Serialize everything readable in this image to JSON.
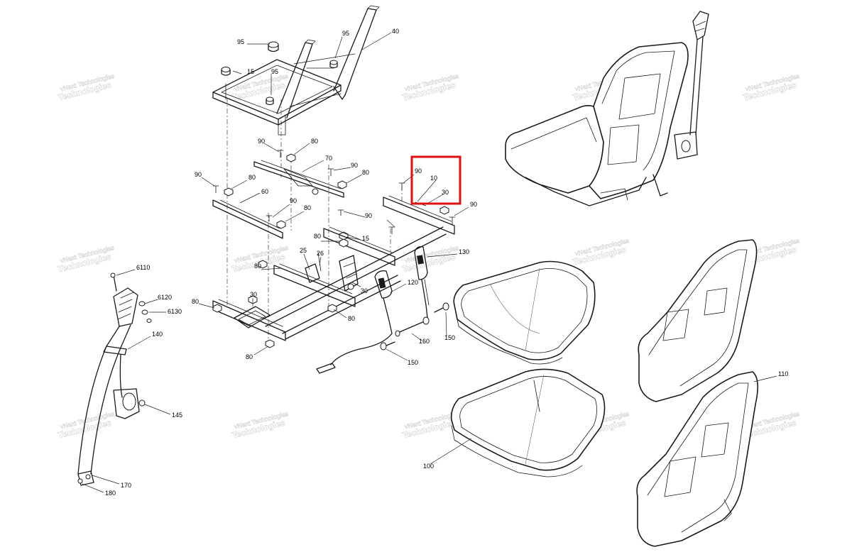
{
  "watermark": {
    "line1": "vNext Technologies",
    "line2": "Technologies"
  },
  "highlight": {
    "color": "#e01010"
  },
  "labels": [
    {
      "text": "95"
    },
    {
      "text": "40"
    },
    {
      "text": "95"
    },
    {
      "text": "15"
    },
    {
      "text": "95"
    },
    {
      "text": "90"
    },
    {
      "text": "80"
    },
    {
      "text": "70"
    },
    {
      "text": "90"
    },
    {
      "text": "80"
    },
    {
      "text": "90"
    },
    {
      "text": "80"
    },
    {
      "text": "60"
    },
    {
      "text": "90"
    },
    {
      "text": "80"
    },
    {
      "text": "90"
    },
    {
      "text": "10"
    },
    {
      "text": "30"
    },
    {
      "text": "90"
    },
    {
      "text": "90"
    },
    {
      "text": "80"
    },
    {
      "text": "15"
    },
    {
      "text": "130"
    },
    {
      "text": "25"
    },
    {
      "text": "26"
    },
    {
      "text": "80"
    },
    {
      "text": "30"
    },
    {
      "text": "120"
    },
    {
      "text": "30"
    },
    {
      "text": "80"
    },
    {
      "text": "80"
    },
    {
      "text": "80"
    },
    {
      "text": "160"
    },
    {
      "text": "150"
    },
    {
      "text": "150"
    },
    {
      "text": "6110"
    },
    {
      "text": "6120"
    },
    {
      "text": "6130"
    },
    {
      "text": "140"
    },
    {
      "text": "145"
    },
    {
      "text": "170"
    },
    {
      "text": "180"
    },
    {
      "text": "100"
    },
    {
      "text": "110"
    }
  ]
}
